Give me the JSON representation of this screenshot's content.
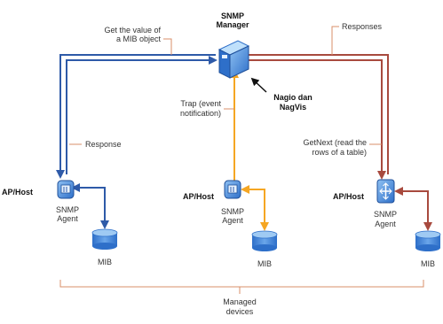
{
  "diagram": {
    "manager": {
      "title_line1": "SNMP",
      "title_line2": "Manager",
      "annotation_line1": "Nagio dan",
      "annotation_line2": "NagVis"
    },
    "messages": {
      "get_value_line1": "Get the value of",
      "get_value_line2": "a MIB object",
      "responses": "Responses",
      "trap_line1": "Trap (event",
      "trap_line2": "notification)",
      "response": "Response",
      "getnext_line1": "GetNext (read the",
      "getnext_line2": "rows of a table)"
    },
    "agents": [
      {
        "host_label": "AP/Host",
        "name_line1": "SNMP",
        "name_line2": "Agent",
        "mib_label": "MIB"
      },
      {
        "host_label": "AP/Host",
        "name_line1": "SNMP",
        "name_line2": "Agent",
        "mib_label": "MIB"
      },
      {
        "host_label": "AP/Host",
        "name_line1": "SNMP",
        "name_line2": "Agent",
        "mib_label": "MIB"
      }
    ],
    "managed_devices_line1": "Managed",
    "managed_devices_line2": "devices",
    "colors": {
      "blue": "#2e5aa8",
      "orange": "#f5a623",
      "red": "#a84a3e",
      "bracket": "#d98f6a"
    }
  }
}
